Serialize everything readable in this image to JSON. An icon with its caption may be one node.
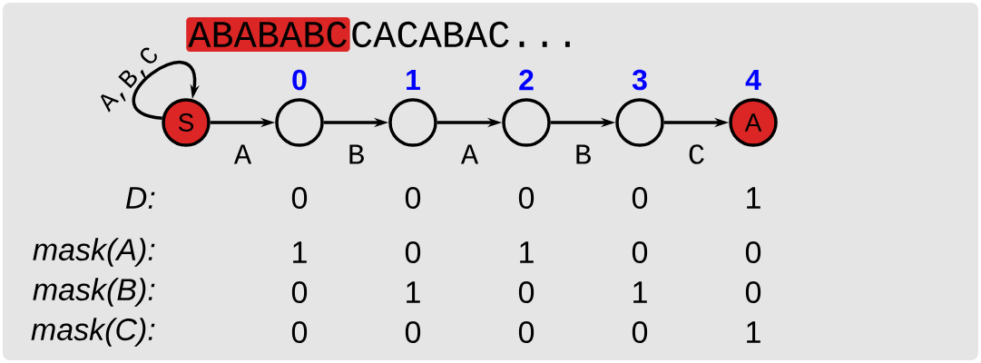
{
  "diagram": {
    "nodes": [
      {
        "text": [
          "S"
        ]
      },
      {
        "text": [],
        "shape": "circle",
        "beside": [
          "0"
        ]
      },
      {
        "text": [],
        "shape": "circle",
        "beside": [
          "1"
        ]
      },
      {
        "text": [],
        "shape": "circle",
        "beside": [
          "2"
        ]
      },
      {
        "text": [],
        "shape": "circle",
        "beside": [
          "3"
        ]
      },
      {
        "text": [
          "A"
        ],
        "beside": [
          "4"
        ]
      }
    ],
    "edges": [
      {
        "from": 0,
        "to": 0,
        "arrow": "to",
        "label": "A,B,C"
      },
      {
        "from": 0,
        "to": 1,
        "arrow": "to",
        "label": "A"
      },
      {
        "from": 1,
        "to": 2,
        "arrow": "to",
        "label": "B"
      },
      {
        "from": 2,
        "to": 3,
        "arrow": "to",
        "label": "A"
      },
      {
        "from": 3,
        "to": 4,
        "arrow": "to",
        "label": "B"
      },
      {
        "from": 4,
        "to": 5,
        "arrow": "to",
        "label": "C"
      }
    ],
    "labels": [
      "ABABABC",
      "CACABAC...",
      "D:",
      "0",
      "0",
      "0",
      "0",
      "1",
      "mask(A):",
      "1",
      "0",
      "1",
      "0",
      "0",
      "mask(B):",
      "0",
      "1",
      "0",
      "1",
      "0",
      "mask(C):",
      "0",
      "0",
      "0",
      "0",
      "1"
    ]
  }
}
